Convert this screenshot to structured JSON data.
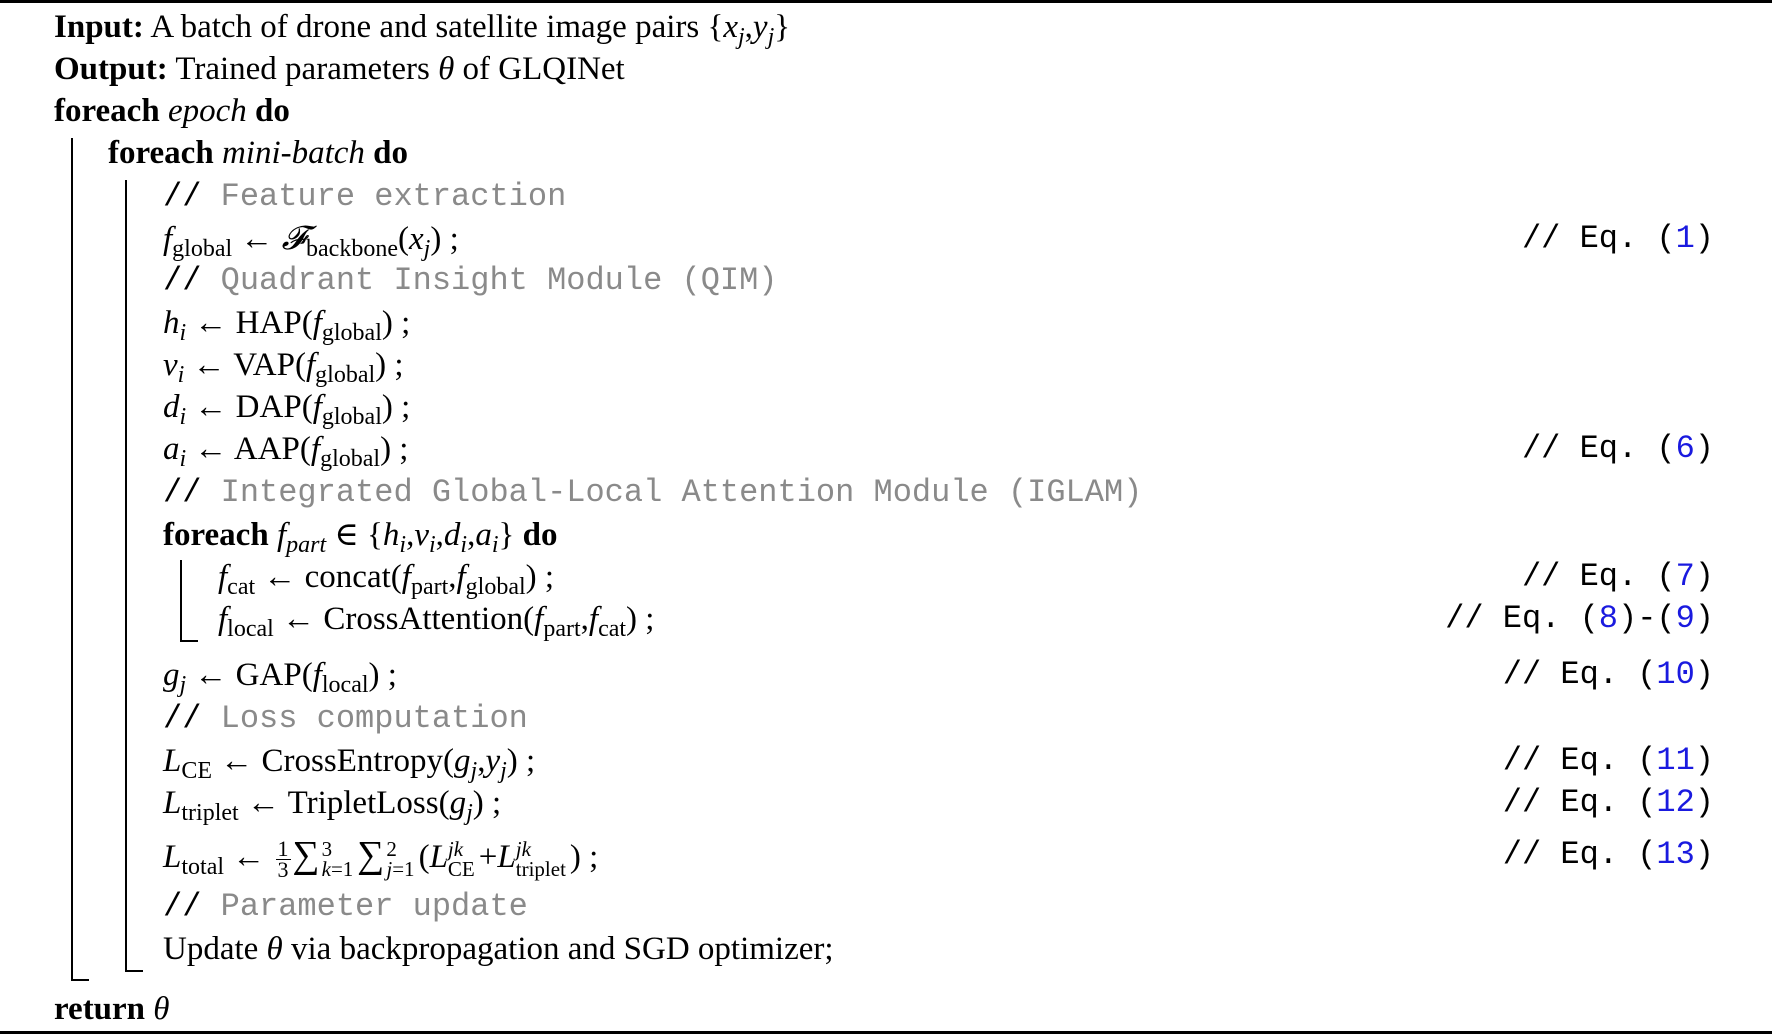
{
  "algorithm": {
    "input_label": "Input:",
    "input_text": "A batch of drone and satellite image pairs",
    "output_label": "Output:",
    "output_text_pre": "Trained parameters",
    "output_text_post": "of GLQINet",
    "foreach_kw": "foreach",
    "do_kw": "do",
    "return_kw": "return",
    "epoch": "epoch",
    "minibatch": "mini-batch",
    "theta": "θ",
    "comments": {
      "feature": "Feature extraction",
      "qim": "Quadrant Insight Module (QIM)",
      "iglam": "Integrated Global-Local Attention Module (IGLAM)",
      "loss": "Loss computation",
      "update": "Parameter update"
    },
    "ops": {
      "backbone": "backbone",
      "hap": "HAP",
      "vap": "VAP",
      "dap": "DAP",
      "aap": "AAP",
      "concat": "concat",
      "cross_attention": "CrossAttention",
      "gap": "GAP",
      "cross_entropy": "CrossEntropy",
      "triplet_loss": "TripletLoss",
      "update_text": "via backpropagation and SGD optimizer;"
    },
    "eq_refs": {
      "feat": "1",
      "qim": "6",
      "cat": "7",
      "local_a": "8",
      "local_b": "9",
      "gap": "10",
      "ce": "11",
      "triplet": "12",
      "total": "13"
    },
    "eq_prefix": "// Eq. (",
    "eq_suffix": ")",
    "comment_prefix": "// "
  }
}
